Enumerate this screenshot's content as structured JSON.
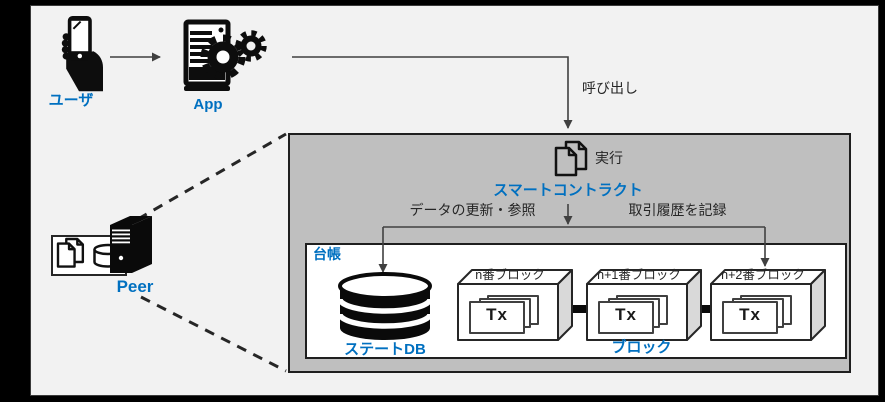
{
  "colors": {
    "accent_blue": "#0070c0",
    "panel_gray": "#bfbfbf",
    "canvas_bg": "#f2f2f2",
    "line_dark": "#404040",
    "ink": "#0d0d0d"
  },
  "actors": {
    "user": {
      "label": "ユーザ",
      "icon": "hand-holding-phone-icon"
    },
    "app": {
      "label": "App",
      "icon": "server-with-gears-icon"
    },
    "peer": {
      "label": "Peer",
      "icons": [
        "documents-icon",
        "database-outline-icon",
        "server-tower-icon"
      ]
    }
  },
  "flows": {
    "call": "呼び出し",
    "execute": "実行",
    "data_update": "データの更新・参照",
    "record_history": "取引履歴を記録"
  },
  "contract": {
    "label": "スマートコントラクト",
    "icon": "documents-icon"
  },
  "ledger": {
    "title": "台帳",
    "state_db": {
      "label": "ステートDB",
      "icon": "database-cylinder-icon"
    },
    "blocks_caption": "ブロック",
    "blocks": [
      {
        "name": "n番ブロック",
        "tx": "Tx"
      },
      {
        "name": "n+1番ブロック",
        "tx": "Tx"
      },
      {
        "name": "n+2番ブロック",
        "tx": "Tx"
      }
    ]
  }
}
